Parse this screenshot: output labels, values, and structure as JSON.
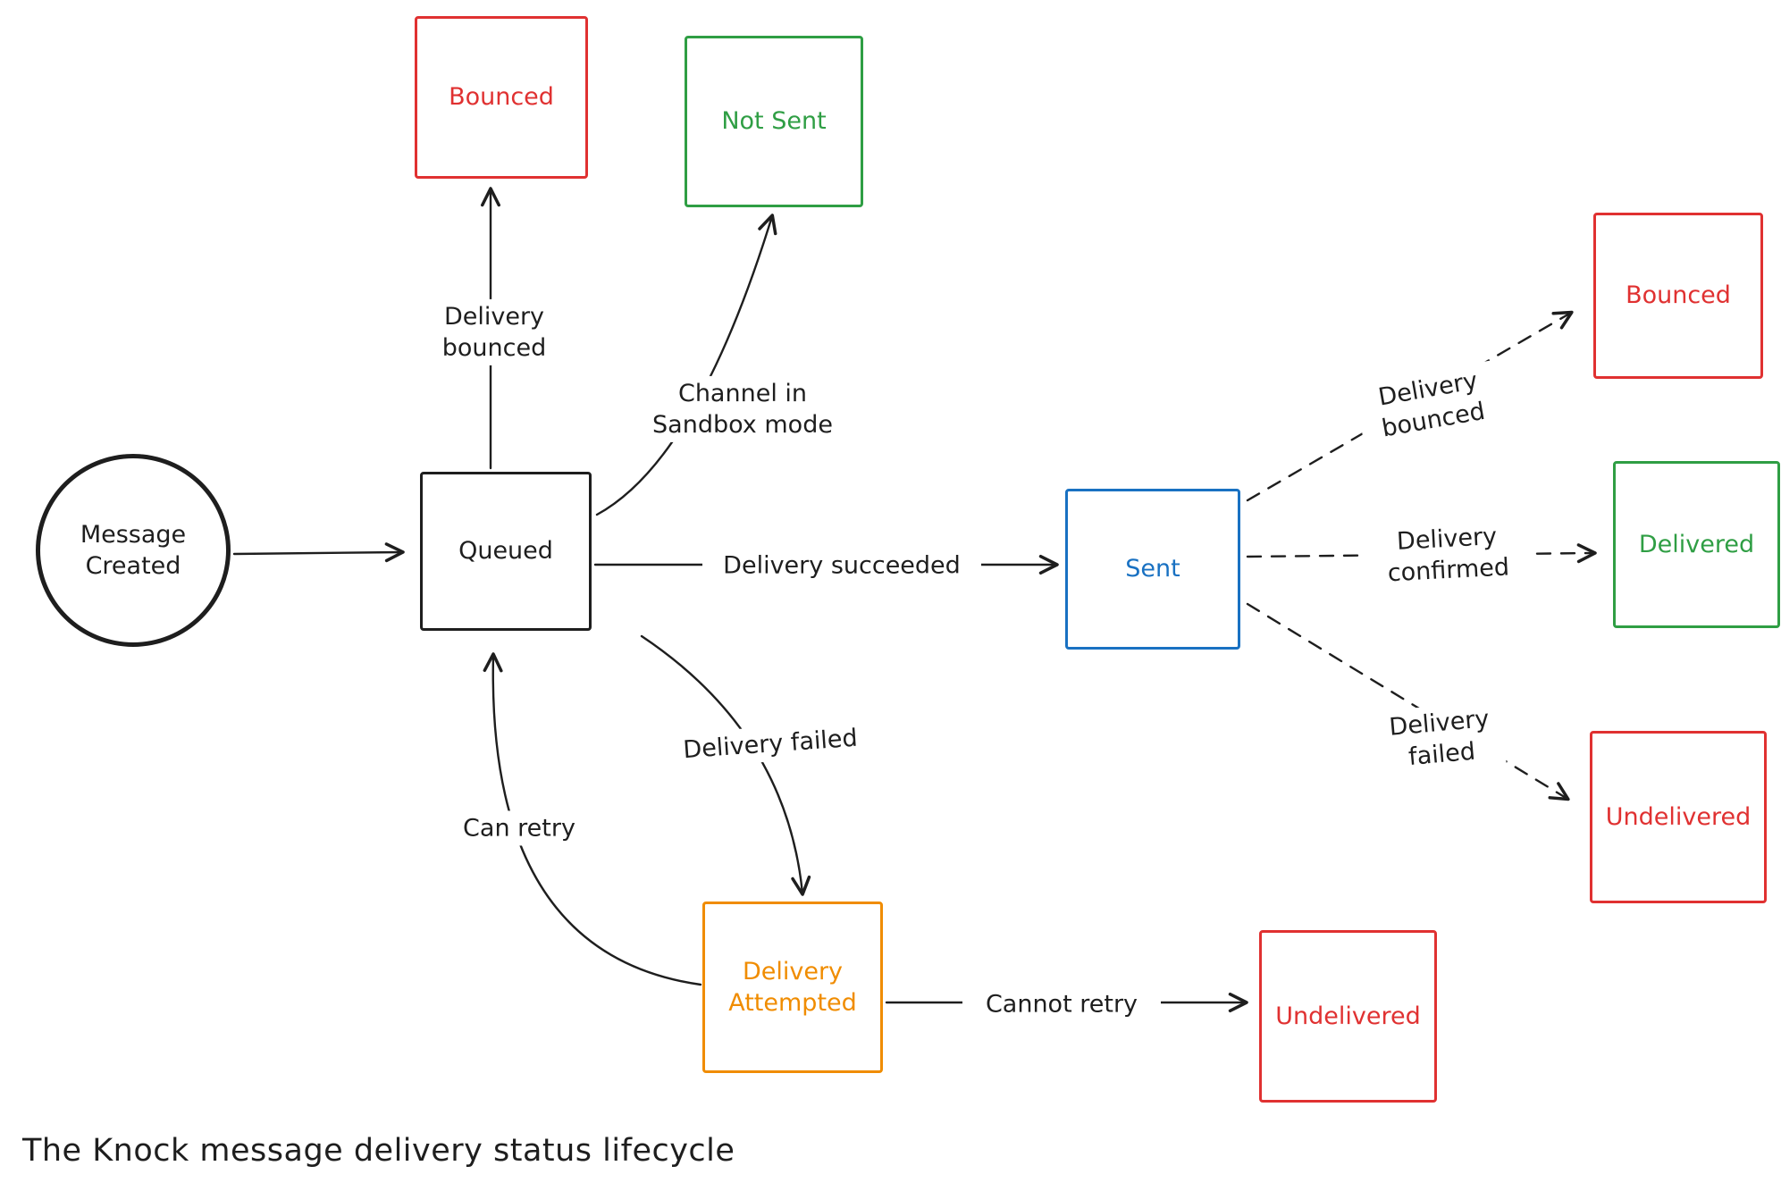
{
  "caption": "The Knock message delivery status lifecycle",
  "colors": {
    "ink": "#1e1e1e",
    "red": "#e03131",
    "green": "#2f9e44",
    "blue": "#1971c2",
    "orange": "#f08c00",
    "background": "#ffffff"
  },
  "nodes": {
    "message_created": {
      "label": "Message Created",
      "shape": "circle",
      "color": "#1e1e1e"
    },
    "queued": {
      "label": "Queued",
      "shape": "rect",
      "color": "#1e1e1e"
    },
    "bounced_top": {
      "label": "Bounced",
      "shape": "rect",
      "color": "#e03131"
    },
    "not_sent": {
      "label": "Not Sent",
      "shape": "rect",
      "color": "#2f9e44"
    },
    "sent": {
      "label": "Sent",
      "shape": "rect",
      "color": "#1971c2"
    },
    "bounced_right": {
      "label": "Bounced",
      "shape": "rect",
      "color": "#e03131"
    },
    "delivered": {
      "label": "Delivered",
      "shape": "rect",
      "color": "#2f9e44"
    },
    "undelivered_right": {
      "label": "Undelivered",
      "shape": "rect",
      "color": "#e03131"
    },
    "delivery_attempted": {
      "label": "Delivery Attempted",
      "shape": "rect",
      "color": "#f08c00"
    },
    "undelivered_bottom": {
      "label": "Undelivered",
      "shape": "rect",
      "color": "#e03131"
    }
  },
  "edges": [
    {
      "from": "Message Created",
      "to": "Queued",
      "label": "",
      "style": "solid"
    },
    {
      "from": "Queued",
      "to": "Bounced",
      "label": "Delivery bounced",
      "style": "solid"
    },
    {
      "from": "Queued",
      "to": "Not Sent",
      "label": "Channel in Sandbox mode",
      "style": "solid"
    },
    {
      "from": "Queued",
      "to": "Sent",
      "label": "Delivery succeeded",
      "style": "solid"
    },
    {
      "from": "Sent",
      "to": "Bounced",
      "label": "Delivery bounced",
      "style": "dashed"
    },
    {
      "from": "Sent",
      "to": "Delivered",
      "label": "Delivery confirmed",
      "style": "dashed"
    },
    {
      "from": "Sent",
      "to": "Undelivered",
      "label": "Delivery failed",
      "style": "dashed"
    },
    {
      "from": "Queued",
      "to": "Delivery Attempted",
      "label": "Delivery failed",
      "style": "solid"
    },
    {
      "from": "Delivery Attempted",
      "to": "Queued",
      "label": "Can retry",
      "style": "solid"
    },
    {
      "from": "Delivery Attempted",
      "to": "Undelivered",
      "label": "Cannot retry",
      "style": "solid"
    }
  ]
}
